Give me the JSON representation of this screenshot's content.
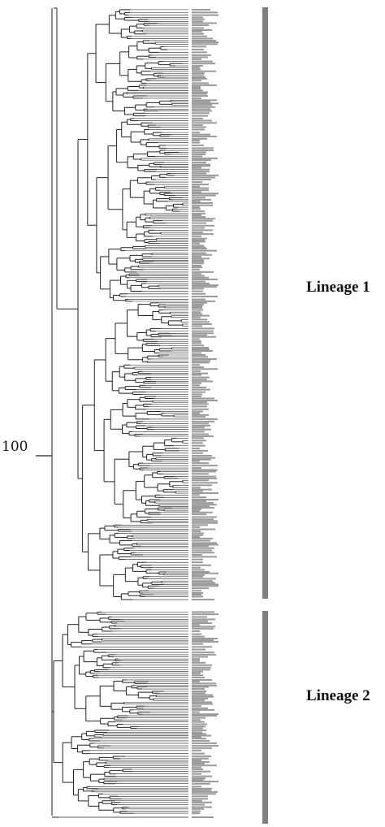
{
  "bootstrap_label": "100",
  "clades": [
    {
      "label": "Lineage 1",
      "color": "#7f7f7f"
    },
    {
      "label": "Lineage 2",
      "color": "#7f7f7f"
    }
  ],
  "tree": {
    "line_color": "#222222",
    "tip_label_color": "#9a9a9a"
  }
}
